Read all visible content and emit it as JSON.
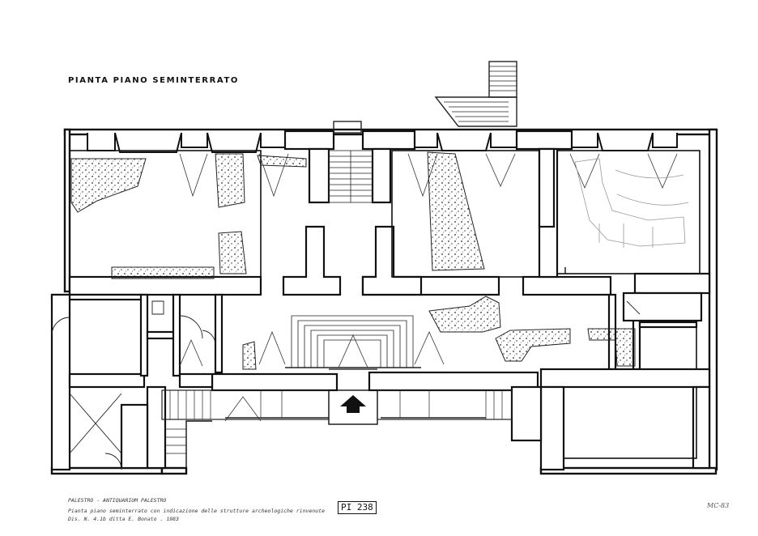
{
  "title": "PIANTA PIANO SEMINTERRATO",
  "caption": {
    "line1": "PALESTRO - ANTIQUARIUM PALESTRO",
    "line2": "Pianta piano seminterrato con indicazione delle strutture archeologiche rinvenute",
    "line3": "Dis. N. 4.1b  ditta E. Bonato  .  1983"
  },
  "sheet_code": "PI 238",
  "mark": "MC-83"
}
